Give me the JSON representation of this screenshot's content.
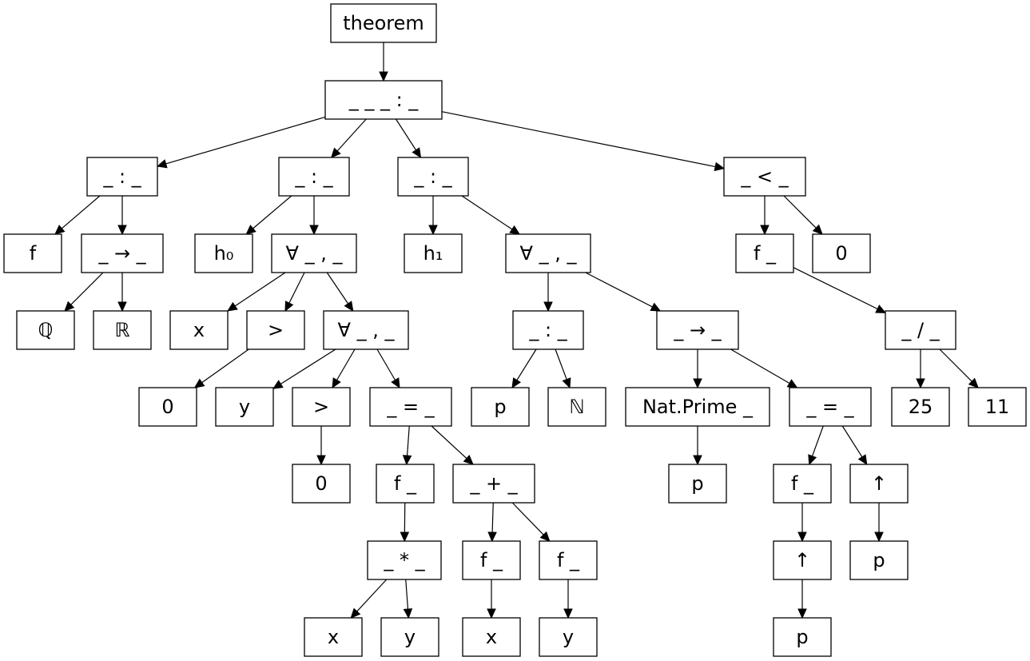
{
  "diagram": {
    "type": "tree",
    "nodes": [
      {
        "id": "theorem",
        "label": "theorem"
      },
      {
        "id": "root",
        "label": "_ _ _ : _"
      },
      {
        "id": "c1",
        "label": "_ : _"
      },
      {
        "id": "c2",
        "label": "_ : _"
      },
      {
        "id": "c3",
        "label": "_ : _"
      },
      {
        "id": "lt",
        "label": "_ < _"
      },
      {
        "id": "f",
        "label": "f"
      },
      {
        "id": "arr1",
        "label": "_ → _"
      },
      {
        "id": "h0",
        "label": "h₀"
      },
      {
        "id": "forall1",
        "label": "∀ _ , _"
      },
      {
        "id": "h1",
        "label": "h₁"
      },
      {
        "id": "forall3",
        "label": "∀ _ , _"
      },
      {
        "id": "fcall",
        "label": "f _"
      },
      {
        "id": "zero_a",
        "label": "0"
      },
      {
        "id": "Q",
        "label": "ℚ"
      },
      {
        "id": "R",
        "label": "ℝ"
      },
      {
        "id": "x1",
        "label": "x"
      },
      {
        "id": "gt1",
        "label": ">"
      },
      {
        "id": "forall2",
        "label": "∀ _ , _"
      },
      {
        "id": "c4",
        "label": "_ : _"
      },
      {
        "id": "arr2",
        "label": "_ → _"
      },
      {
        "id": "div",
        "label": "_ / _"
      },
      {
        "id": "zero_b",
        "label": "0"
      },
      {
        "id": "y1",
        "label": "y"
      },
      {
        "id": "gt2",
        "label": ">"
      },
      {
        "id": "eq1",
        "label": "_ = _"
      },
      {
        "id": "p1",
        "label": "p"
      },
      {
        "id": "N",
        "label": "ℕ"
      },
      {
        "id": "prime",
        "label": "Nat.Prime _"
      },
      {
        "id": "eq2",
        "label": "_ = _"
      },
      {
        "id": "n25",
        "label": "25"
      },
      {
        "id": "n11",
        "label": "11"
      },
      {
        "id": "zero_c",
        "label": "0"
      },
      {
        "id": "fx",
        "label": "f _"
      },
      {
        "id": "plus",
        "label": "_ + _"
      },
      {
        "id": "p2",
        "label": "p"
      },
      {
        "id": "fy",
        "label": "f _"
      },
      {
        "id": "up1",
        "label": "↑"
      },
      {
        "id": "mul",
        "label": "_ * _"
      },
      {
        "id": "fa",
        "label": "f _"
      },
      {
        "id": "fb",
        "label": "f _"
      },
      {
        "id": "up2",
        "label": "↑"
      },
      {
        "id": "p3",
        "label": "p"
      },
      {
        "id": "x2",
        "label": "x"
      },
      {
        "id": "y2",
        "label": "y"
      },
      {
        "id": "x3",
        "label": "x"
      },
      {
        "id": "y3",
        "label": "y"
      },
      {
        "id": "p4",
        "label": "p"
      }
    ],
    "edges": [
      [
        "theorem",
        "root"
      ],
      [
        "root",
        "c1"
      ],
      [
        "root",
        "c2"
      ],
      [
        "root",
        "c3"
      ],
      [
        "root",
        "lt"
      ],
      [
        "c1",
        "f"
      ],
      [
        "c1",
        "arr1"
      ],
      [
        "arr1",
        "Q"
      ],
      [
        "arr1",
        "R"
      ],
      [
        "c2",
        "h0"
      ],
      [
        "c2",
        "forall1"
      ],
      [
        "forall1",
        "x1"
      ],
      [
        "forall1",
        "gt1"
      ],
      [
        "forall1",
        "forall2"
      ],
      [
        "gt1",
        "zero_b"
      ],
      [
        "forall2",
        "y1"
      ],
      [
        "forall2",
        "gt2"
      ],
      [
        "forall2",
        "eq1"
      ],
      [
        "gt2",
        "zero_c"
      ],
      [
        "eq1",
        "fx"
      ],
      [
        "eq1",
        "plus"
      ],
      [
        "fx",
        "mul"
      ],
      [
        "mul",
        "x2"
      ],
      [
        "mul",
        "y2"
      ],
      [
        "plus",
        "fa"
      ],
      [
        "plus",
        "fb"
      ],
      [
        "fa",
        "x3"
      ],
      [
        "fb",
        "y3"
      ],
      [
        "c3",
        "h1"
      ],
      [
        "c3",
        "forall3"
      ],
      [
        "forall3",
        "c4"
      ],
      [
        "forall3",
        "arr2"
      ],
      [
        "c4",
        "p1"
      ],
      [
        "c4",
        "N"
      ],
      [
        "arr2",
        "prime"
      ],
      [
        "arr2",
        "eq2"
      ],
      [
        "prime",
        "p2"
      ],
      [
        "eq2",
        "fy"
      ],
      [
        "eq2",
        "up1"
      ],
      [
        "fy",
        "up2"
      ],
      [
        "up2",
        "p4"
      ],
      [
        "up1",
        "p3"
      ],
      [
        "lt",
        "fcall"
      ],
      [
        "lt",
        "zero_a"
      ],
      [
        "fcall",
        "div"
      ],
      [
        "div",
        "n25"
      ],
      [
        "div",
        "n11"
      ]
    ]
  }
}
